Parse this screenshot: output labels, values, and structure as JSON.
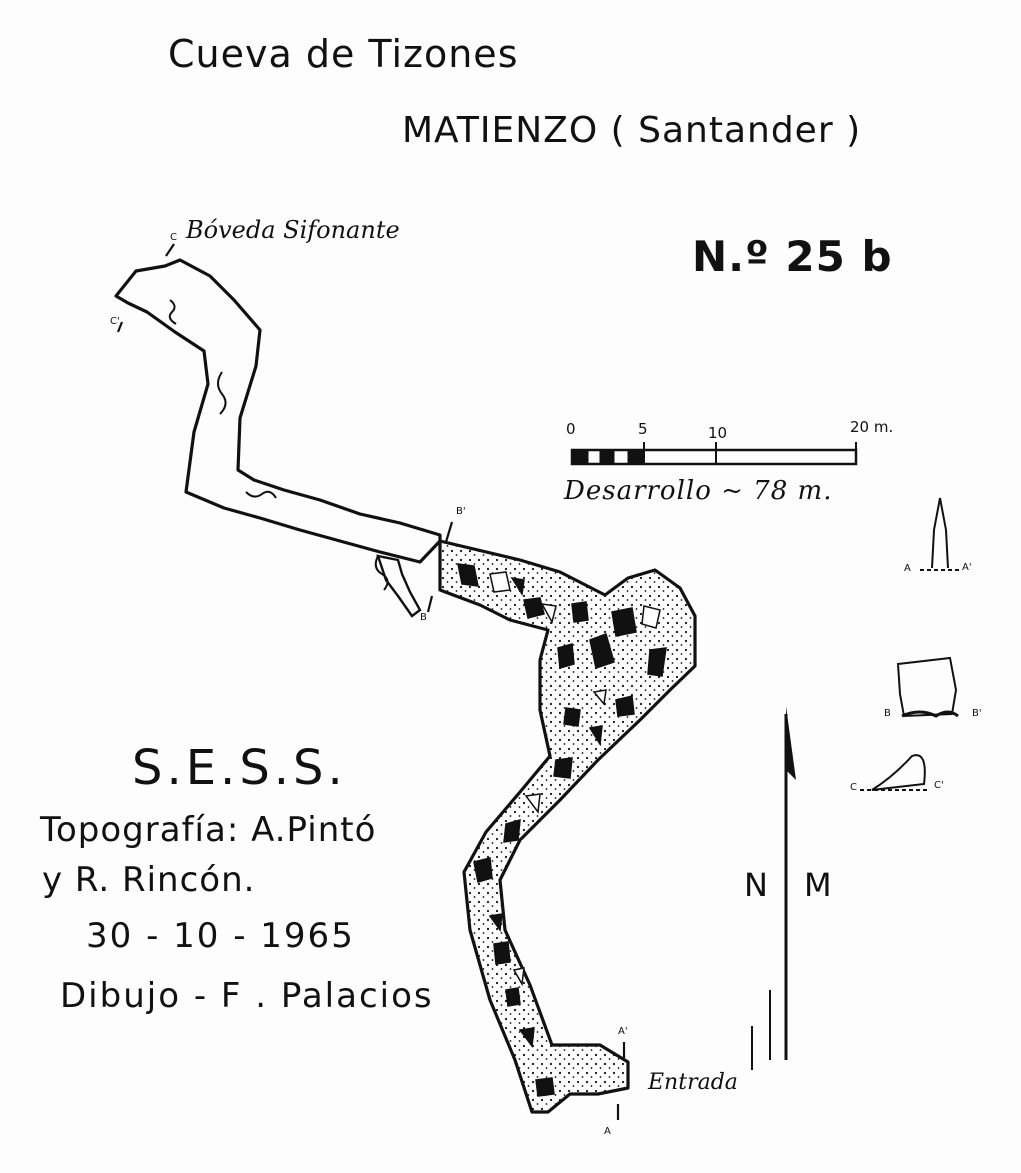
{
  "header": {
    "title": "Cueva de Tizones",
    "location": "MATIENZO ( Santander )",
    "number": "N.º 25 b"
  },
  "map_labels": {
    "vault": "Bóveda Sifonante",
    "entrance": "Entrada"
  },
  "scale": {
    "ticks": [
      "0",
      "5",
      "10",
      "20 m."
    ],
    "development": "Desarrollo ~ 78 m."
  },
  "credits": {
    "organization": "S.E.S.S.",
    "topography_line1": "Topografía: A.Pintó",
    "topography_line2": "y R. Rincón.",
    "date": "30 - 10 - 1965",
    "drawing": "Dibujo - F . Palacios"
  },
  "north_arrow": {
    "left_letter": "N",
    "right_letter": "M"
  },
  "sections": {
    "a_left": "A",
    "a_right": "A'",
    "b_left": "B",
    "b_right": "B'",
    "c_left": "C",
    "c_right": "C'"
  },
  "plan_markers": {
    "a_top": "A'",
    "a_bottom": "A",
    "b_top": "B'",
    "b_bottom": "B",
    "c_top": "C",
    "c_left": "C'"
  }
}
